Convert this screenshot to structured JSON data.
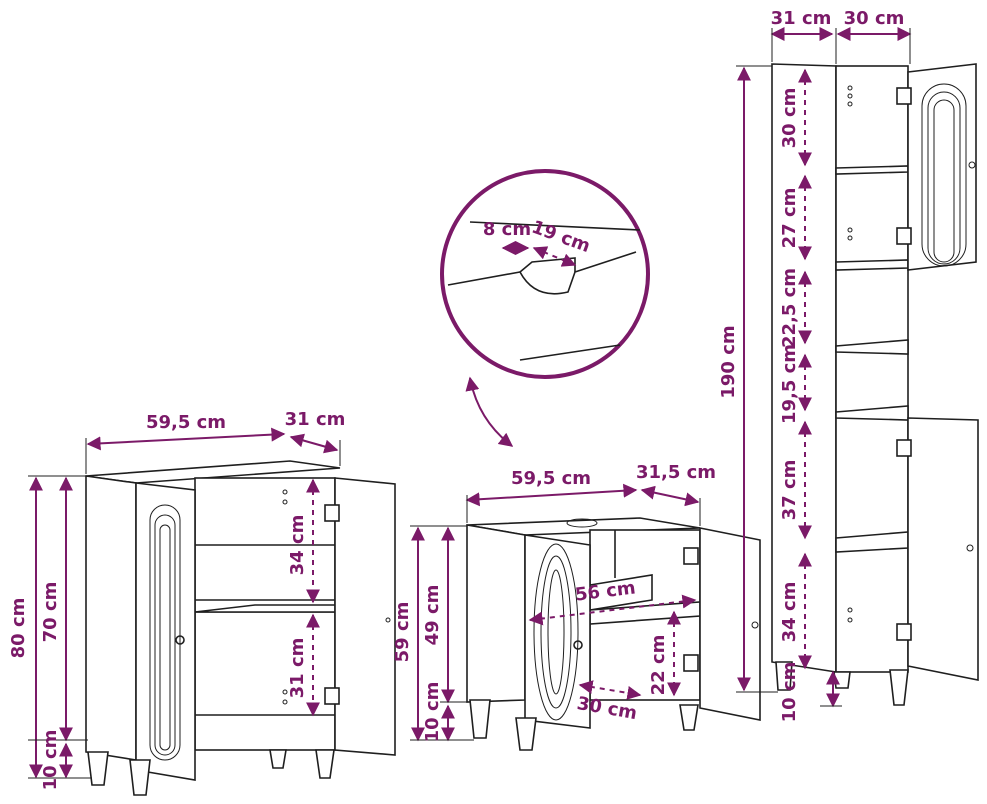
{
  "accent_color": "#7b1a68",
  "line_color": "#1f1f1f",
  "unit_left": {
    "width": "59,5 cm",
    "depth": "31 cm",
    "total_height": "80 cm",
    "body_height": "70 cm",
    "upper_compartment": "34 cm",
    "lower_compartment": "31 cm",
    "leg_height": "10 cm"
  },
  "unit_middle": {
    "width": "59,5 cm",
    "depth": "31,5 cm",
    "total_height": "59 cm",
    "body_height": "49 cm",
    "leg_height": "10 cm",
    "inner_width": "56 cm",
    "shelf_depth": "30 cm",
    "shelf_height": "22 cm"
  },
  "detail": {
    "cutout_depth": "8 cm",
    "cutout_width": "19 cm"
  },
  "unit_right": {
    "depth": "31 cm",
    "width": "30 cm",
    "total_height": "190 cm",
    "compartments": [
      "30 cm",
      "27 cm",
      "22,5 cm",
      "19,5 cm",
      "37 cm",
      "34 cm"
    ],
    "leg_height": "10 cm"
  }
}
